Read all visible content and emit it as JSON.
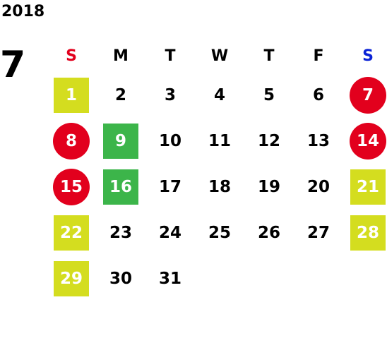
{
  "year": "2018",
  "month": "7",
  "weekday_headers": [
    "S",
    "M",
    "T",
    "W",
    "T",
    "F",
    "S"
  ],
  "colors": {
    "sunday_header": "#e2001d",
    "saturday_header": "#0a22d6",
    "yellow_square": "#d4dd1f",
    "green_square": "#3cb54a",
    "red_circle": "#e2001d"
  },
  "days": [
    {
      "day": "1",
      "style": "square-yellow"
    },
    {
      "day": "2",
      "style": "plain"
    },
    {
      "day": "3",
      "style": "plain"
    },
    {
      "day": "4",
      "style": "plain"
    },
    {
      "day": "5",
      "style": "plain"
    },
    {
      "day": "6",
      "style": "plain"
    },
    {
      "day": "7",
      "style": "circle-red"
    },
    {
      "day": "8",
      "style": "circle-red"
    },
    {
      "day": "9",
      "style": "square-green"
    },
    {
      "day": "10",
      "style": "plain"
    },
    {
      "day": "11",
      "style": "plain"
    },
    {
      "day": "12",
      "style": "plain"
    },
    {
      "day": "13",
      "style": "plain"
    },
    {
      "day": "14",
      "style": "circle-red"
    },
    {
      "day": "15",
      "style": "circle-red"
    },
    {
      "day": "16",
      "style": "square-green"
    },
    {
      "day": "17",
      "style": "plain"
    },
    {
      "day": "18",
      "style": "plain"
    },
    {
      "day": "19",
      "style": "plain"
    },
    {
      "day": "20",
      "style": "plain"
    },
    {
      "day": "21",
      "style": "square-yellow"
    },
    {
      "day": "22",
      "style": "square-yellow"
    },
    {
      "day": "23",
      "style": "plain"
    },
    {
      "day": "24",
      "style": "plain"
    },
    {
      "day": "25",
      "style": "plain"
    },
    {
      "day": "26",
      "style": "plain"
    },
    {
      "day": "27",
      "style": "plain"
    },
    {
      "day": "28",
      "style": "square-yellow"
    },
    {
      "day": "29",
      "style": "square-yellow"
    },
    {
      "day": "30",
      "style": "plain"
    },
    {
      "day": "31",
      "style": "plain"
    }
  ]
}
